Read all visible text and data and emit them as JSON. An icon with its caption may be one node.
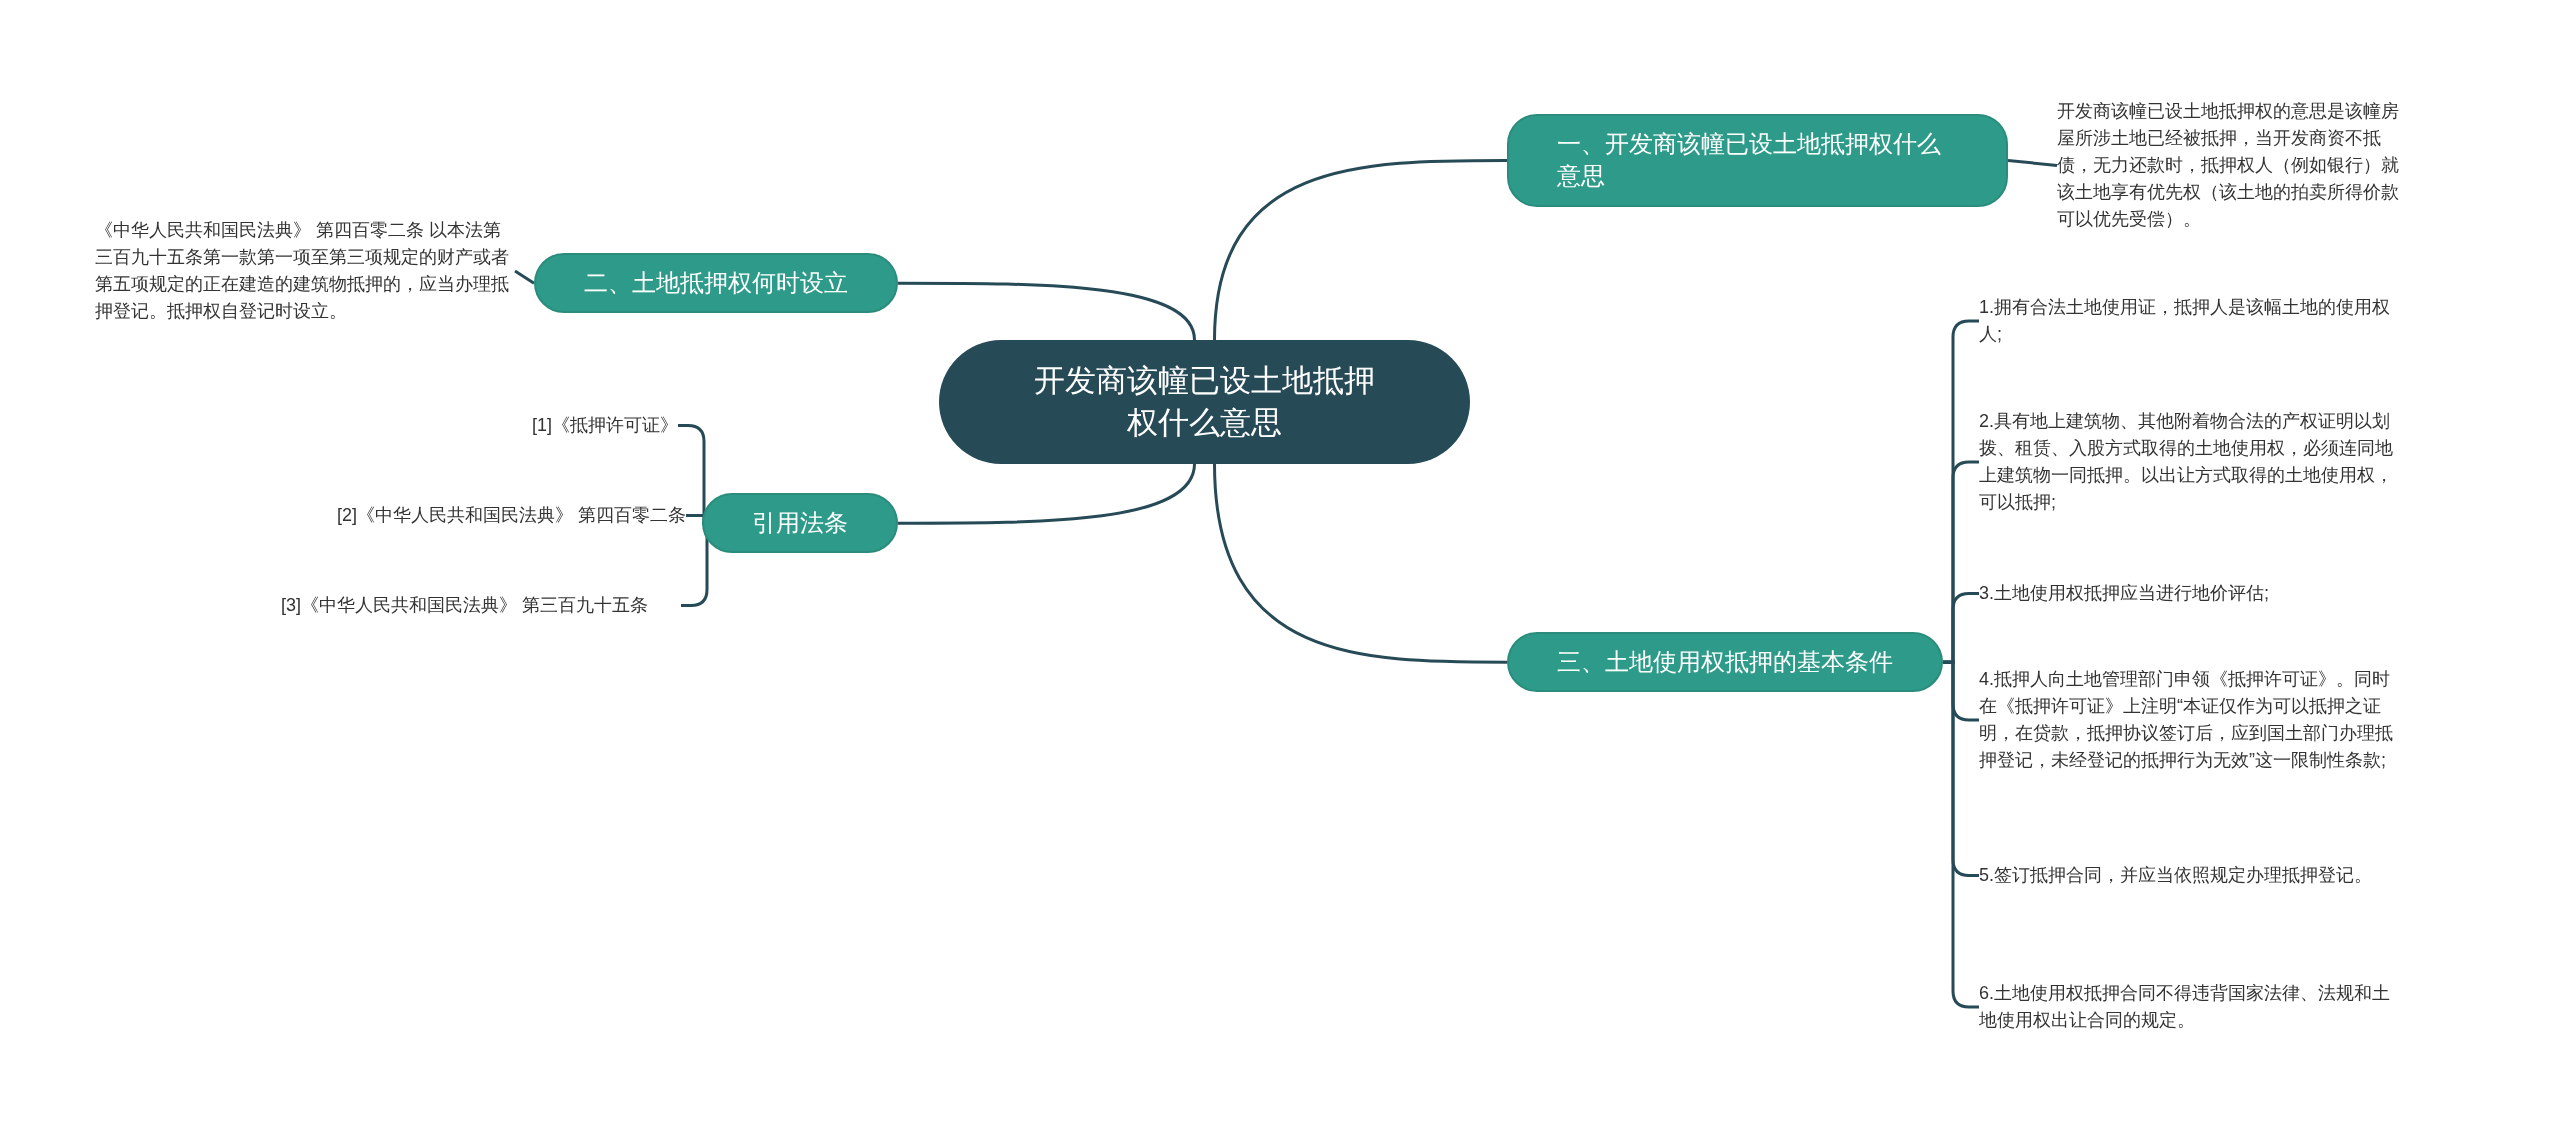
{
  "diagram": {
    "nodes": [
      {
        "text": [
          "开发商该幢已设土地抵押权什么意思"
        ]
      },
      {
        "text": [
          "一、开发商该幢已设土地抵押权什么意思"
        ]
      },
      {
        "text": [
          "开发商该幢已设土地抵押权的意思是该幢房屋所涉土地已经被抵押，当开发商资不抵债，无力还款时，抵押权人（例如银行）就该土地享有优先权（该土地的拍卖所得价款可以优先受偿）。"
        ]
      },
      {
        "text": [
          "二、土地抵押权何时设立"
        ]
      },
      {
        "text": [
          "《中华人民共和国民法典》 第四百零二条 以本法第三百九十五条第一款第一项至第三项规定的财产或者第五项规定的正在建造的建筑物抵押的，应当办理抵押登记。抵押权自登记时设立。"
        ]
      },
      {
        "text": [
          "引用法条"
        ]
      },
      {
        "text": [
          "[1]《抵押许可证》"
        ]
      },
      {
        "text": [
          "[2]《中华人民共和国民法典》 第四百零二条"
        ]
      },
      {
        "text": [
          "[3]《中华人民共和国民法典》 第三百九十五条"
        ]
      },
      {
        "text": [
          "三、土地使用权抵押的基本条件"
        ]
      },
      {
        "text": [
          "1.拥有合法土地使用证，抵押人是该幅土地的使用权人;"
        ]
      },
      {
        "text": [
          "2.具有地上建筑物、其他附着物合法的产权证明以划拨、租赁、入股方式取得的土地使用权，必须连同地上建筑物一同抵押。以出让方式取得的土地使用权，可以抵押;"
        ]
      },
      {
        "text": [
          "3.土地使用权抵押应当进行地价评估;"
        ]
      },
      {
        "text": [
          "4.抵押人向土地管理部门申领《抵押许可证》。同时在《抵押许可证》上注明“本证仅作为可以抵押之证明，在贷款，抵押协议签订后，应到国土部门办理抵押登记，未经登记的抵押行为无效”这一限制性条款;"
        ]
      },
      {
        "text": [
          "5.签订抵押合同，并应当依照规定办理抵押登记。"
        ]
      },
      {
        "text": [
          "6.土地使用权抵押合同不得违背国家法律、法规和土地使用权出让合同的规定。"
        ]
      }
    ],
    "edges": [
      {
        "from": 0,
        "to": 1,
        "arrow": "none"
      },
      {
        "from": 1,
        "to": 2,
        "arrow": "none"
      },
      {
        "from": 0,
        "to": 3,
        "arrow": "none"
      },
      {
        "from": 3,
        "to": 4,
        "arrow": "none"
      },
      {
        "from": 0,
        "to": 5,
        "arrow": "none"
      },
      {
        "from": 5,
        "to": 6,
        "arrow": "none"
      },
      {
        "from": 5,
        "to": 7,
        "arrow": "none"
      },
      {
        "from": 5,
        "to": 8,
        "arrow": "none"
      },
      {
        "from": 0,
        "to": 9,
        "arrow": "none"
      },
      {
        "from": 9,
        "to": 10,
        "arrow": "none"
      },
      {
        "from": 9,
        "to": 11,
        "arrow": "none"
      },
      {
        "from": 9,
        "to": 12,
        "arrow": "none"
      },
      {
        "from": 9,
        "to": 13,
        "arrow": "none"
      },
      {
        "from": 9,
        "to": 14,
        "arrow": "none"
      },
      {
        "from": 9,
        "to": 15,
        "arrow": "none"
      }
    ]
  }
}
